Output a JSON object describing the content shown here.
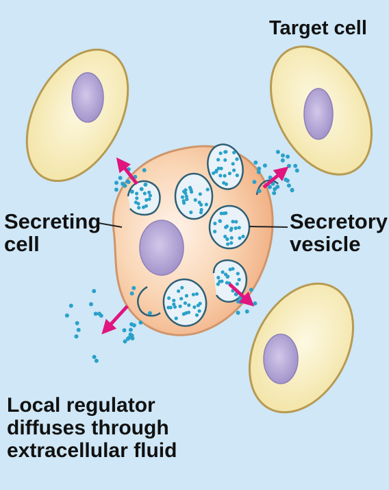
{
  "labels": {
    "target_cell": "Target cell",
    "secreting_cell": "Secreting\ncell",
    "secretory_vesicle": "Secretory\nvesicle",
    "local_regulator": "Local regulator\ndiffuses through\nextracellular fluid"
  },
  "colors": {
    "background": "#cfe7f6",
    "target_cell_fill": "#f8efc0",
    "target_cell_stroke": "#b79a52",
    "nucleus_fill": "#b8abd8",
    "secreting_cell_fill": "#f7c8a0",
    "secreting_cell_stroke": "#d0956a",
    "vesicle_fill": "#e8f2f8",
    "vesicle_stroke": "#2e5f76",
    "granule": "#2aa1c9",
    "arrow": "#e0157e",
    "leader_line": "#222222"
  }
}
